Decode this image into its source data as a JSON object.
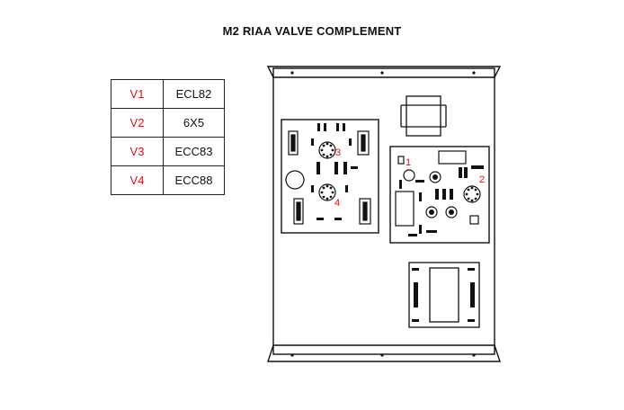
{
  "title": "M2 RIAA VALVE COMPLEMENT",
  "valves": [
    {
      "position": "V1",
      "tube": "ECL82"
    },
    {
      "position": "V2",
      "tube": "6X5"
    },
    {
      "position": "V3",
      "tube": "ECC83"
    },
    {
      "position": "V4",
      "tube": "ECC88"
    }
  ],
  "socket_labels": [
    "1",
    "2",
    "3",
    "4"
  ],
  "colors": {
    "position_label": "#d0161b",
    "line": "#111111"
  }
}
